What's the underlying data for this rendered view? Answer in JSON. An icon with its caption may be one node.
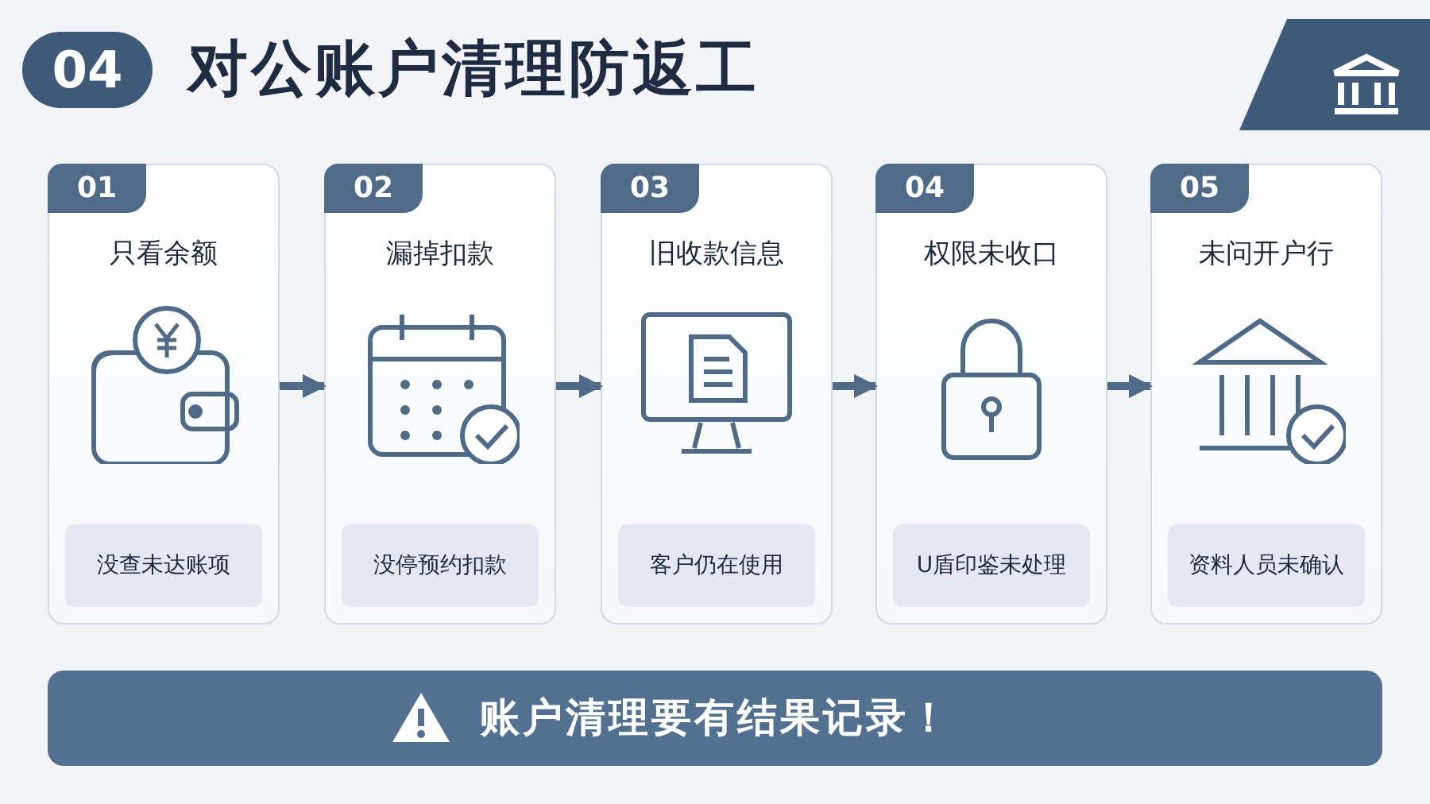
{
  "diagram": {
    "title": "对公账户清理防返工",
    "nodes": [
      {
        "text": [
          "04"
        ]
      },
      {
        "text": [
          "01",
          "只看余额"
        ]
      },
      {
        "text": [
          "没查未达账项"
        ],
        "in": 1
      },
      {
        "text": [
          "02",
          "漏掉扣款"
        ]
      },
      {
        "text": [
          "没停预约扣款"
        ],
        "in": 3
      },
      {
        "text": [
          "03",
          "旧收款信息"
        ]
      },
      {
        "text": [
          "客户仍在使用"
        ],
        "in": 5
      },
      {
        "text": [
          "04",
          "权限未收口"
        ]
      },
      {
        "text": [
          "U盾印鉴未处理"
        ],
        "in": 7
      },
      {
        "text": [
          "05",
          "未问开户行"
        ]
      },
      {
        "text": [
          "资料人员未确认"
        ],
        "in": 9
      },
      {
        "text": [
          "账户清理要有结果记录！"
        ]
      }
    ],
    "edges": [
      {
        "from": 1,
        "to": 3,
        "arrow": "to"
      },
      {
        "from": 3,
        "to": 5,
        "arrow": "to"
      },
      {
        "from": 5,
        "to": 7,
        "arrow": "to"
      },
      {
        "from": 7,
        "to": 9,
        "arrow": "to"
      }
    ]
  }
}
